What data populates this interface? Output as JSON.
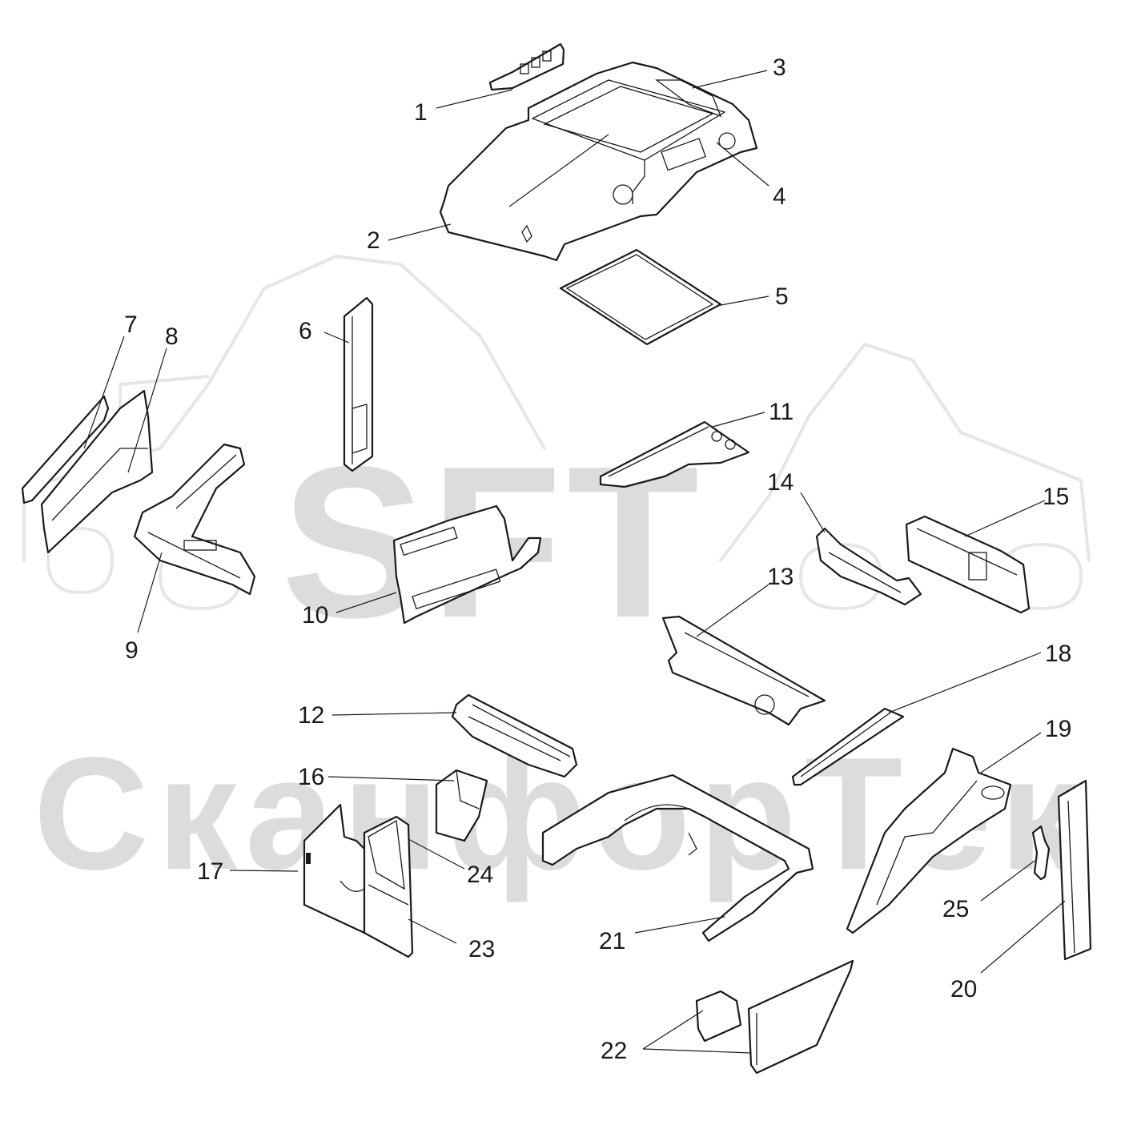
{
  "watermark": {
    "logo_text": "SFT",
    "company_text": "СканфорТек"
  },
  "callouts": [
    {
      "id": "1",
      "label": "1"
    },
    {
      "id": "2",
      "label": "2"
    },
    {
      "id": "3",
      "label": "3"
    },
    {
      "id": "4",
      "label": "4"
    },
    {
      "id": "5",
      "label": "5"
    },
    {
      "id": "6",
      "label": "6"
    },
    {
      "id": "7",
      "label": "7"
    },
    {
      "id": "8",
      "label": "8"
    },
    {
      "id": "9",
      "label": "9"
    },
    {
      "id": "10",
      "label": "10"
    },
    {
      "id": "11",
      "label": "11"
    },
    {
      "id": "12",
      "label": "12"
    },
    {
      "id": "13",
      "label": "13"
    },
    {
      "id": "14",
      "label": "14"
    },
    {
      "id": "15",
      "label": "15"
    },
    {
      "id": "16",
      "label": "16"
    },
    {
      "id": "17",
      "label": "17"
    },
    {
      "id": "18",
      "label": "18"
    },
    {
      "id": "19",
      "label": "19"
    },
    {
      "id": "20",
      "label": "20"
    },
    {
      "id": "21",
      "label": "21"
    },
    {
      "id": "22",
      "label": "22"
    },
    {
      "id": "23",
      "label": "23"
    },
    {
      "id": "24",
      "label": "24"
    },
    {
      "id": "25",
      "label": "25"
    }
  ],
  "colors": {
    "line": "#1a1a1a",
    "watermark": "#dcdcdc",
    "background": "#ffffff"
  }
}
